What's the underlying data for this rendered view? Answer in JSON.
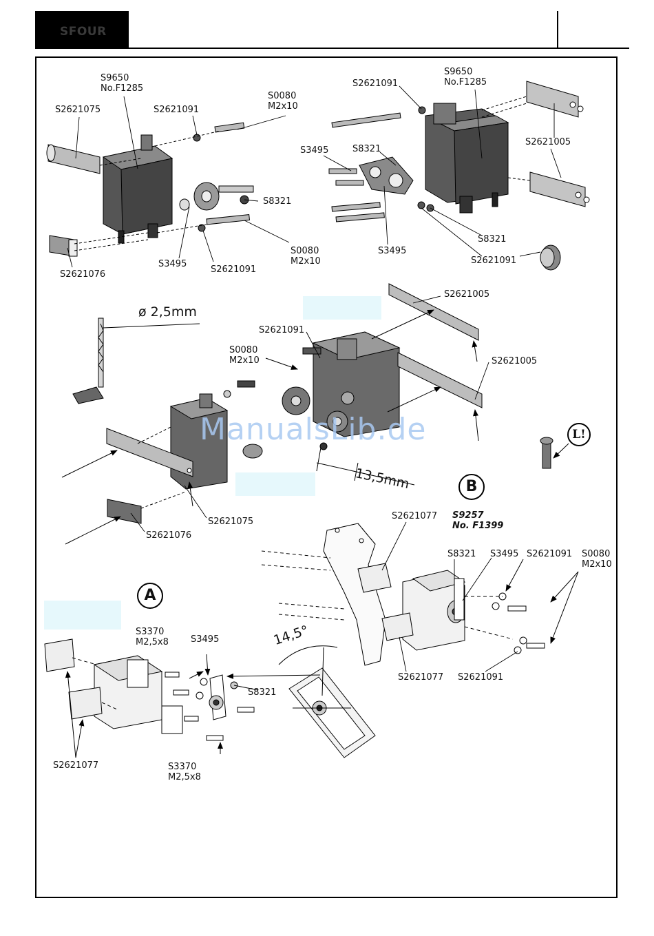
{
  "header": {
    "logo": "SFOUR"
  },
  "watermark": "ManualsLib.de",
  "markers": {
    "a": "A",
    "b": "B",
    "loctite": "L!"
  },
  "labels": {
    "s9650_top_left": "S9650\nNo.F1285",
    "s2621075_top": "S2621075",
    "s2621091_top_left": "S2621091",
    "s0080_top_left": "S0080\nM2x10",
    "s8321_top_left": "S8321",
    "s0080_mid_left": "S0080\nM2x10",
    "s3495_top_left": "S3495",
    "s2621091_bottom_left": "S2621091",
    "s2621076_top": "S2621076",
    "s2621091_top_right": "S2621091",
    "s9650_top_right": "S9650\nNo.F1285",
    "s3495_right_a": "S3495",
    "s8321_right_a": "S8321",
    "s2621005_right_a": "S2621005",
    "s3495_right_b": "S3495",
    "s8321_right_b": "S8321",
    "s2621091_right_b": "S2621091",
    "dia_25": "ø 2,5mm",
    "s2621005_mid_a": "S2621005",
    "s2621091_mid": "S2621091",
    "s0080_mid": "S0080\nM2x10",
    "s2621005_mid_b": "S2621005",
    "dim_135": "13,5mm",
    "s2621075_mid": "S2621075",
    "s2621076_mid": "S2621076",
    "s2621077_b_top": "S2621077",
    "s9257": "S9257\nNo. F1399",
    "s8321_b": "S8321",
    "s3495_b": "S3495",
    "s2621091_b_top": "S2621091",
    "s0080_b": "S0080\nM2x10",
    "s2621077_b_bottom": "S2621077",
    "s2621091_b_bottom": "S2621091",
    "s3370_a_top": "S3370\nM2,5x8",
    "s3495_a": "S3495",
    "s8321_a": "S8321",
    "angle_145": "14,5°",
    "s2621077_a": "S2621077",
    "s3370_a_bottom": "S3370\nM2,5x8"
  }
}
